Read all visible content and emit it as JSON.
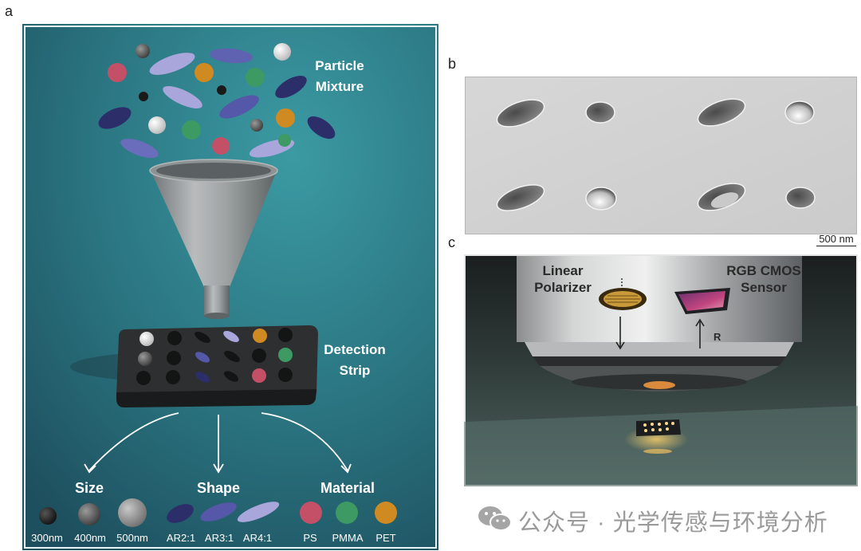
{
  "panel_letters": {
    "a": "a",
    "b": "b",
    "c": "c"
  },
  "panel_a": {
    "particle_mixture": [
      "Particle",
      "Mixture"
    ],
    "detection_strip": [
      "Detection",
      "Strip"
    ],
    "categories": {
      "size": "Size",
      "shape": "Shape",
      "material": "Material"
    },
    "size_labels": [
      "300nm",
      "400nm",
      "500nm"
    ],
    "shape_labels": [
      "AR2:1",
      "AR3:1",
      "AR4:1"
    ],
    "material_labels": [
      "PS",
      "PMMA",
      "PET"
    ]
  },
  "panel_b": {
    "scale_bar": "500 nm"
  },
  "panel_c": {
    "linear_polarizer": [
      "Linear",
      "Polarizer"
    ],
    "rgb_sensor": [
      "RGB CMOS",
      "Sensor"
    ],
    "r_label": "R"
  },
  "watermark": {
    "text": "公众号 · 光学传感与环境分析"
  },
  "colors": {
    "teal_bg": "#2b7a86",
    "ps": "#c45068",
    "pmma": "#3d9a63",
    "pet": "#cf8a22",
    "ar2": "#2c2e6a",
    "ar3": "#5558a8",
    "ar4": "#a9a6dc"
  }
}
